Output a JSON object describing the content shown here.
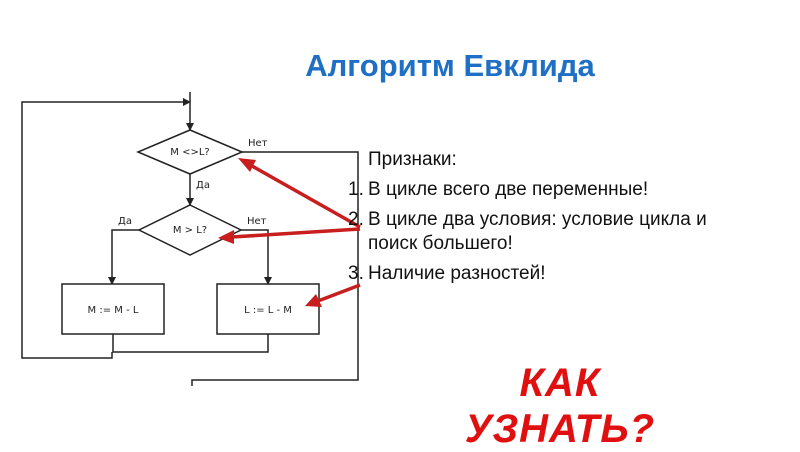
{
  "title": "Алгоритм Евклида",
  "flowchart": {
    "condition_top": "M <>L?",
    "condition_mid": "M > L?",
    "yes": "Да",
    "no": "Нет",
    "left_block": "M := M - L",
    "right_block": "L := L - M"
  },
  "notes": {
    "heading": "Признаки:",
    "items": [
      {
        "num": "1.",
        "text": "В цикле всего две переменные!"
      },
      {
        "num": "2.",
        "text": "В цикле два условия: условие цикла и поиск большего!"
      },
      {
        "num": "3.",
        "text": "Наличие разностей!"
      }
    ]
  },
  "question": "КАК УЗНАТЬ?",
  "colors": {
    "title": "#1f6fc4",
    "arrows": "#c81e1e",
    "question": "#e01010"
  }
}
